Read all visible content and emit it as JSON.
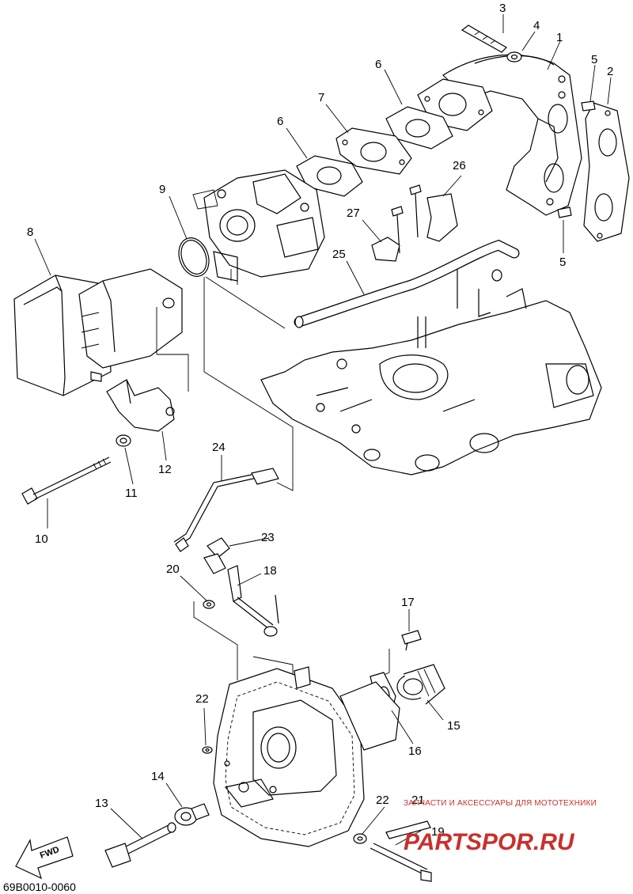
{
  "diagram": {
    "document_code": "69B0010-0060",
    "fwd_label": "FWD",
    "callouts": [
      {
        "id": "c1",
        "label": "1"
      },
      {
        "id": "c2",
        "label": "2"
      },
      {
        "id": "c3",
        "label": "3"
      },
      {
        "id": "c4",
        "label": "4"
      },
      {
        "id": "c5a",
        "label": "5"
      },
      {
        "id": "c5b",
        "label": "5"
      },
      {
        "id": "c6a",
        "label": "6"
      },
      {
        "id": "c6b",
        "label": "6"
      },
      {
        "id": "c7",
        "label": "7"
      },
      {
        "id": "c8",
        "label": "8"
      },
      {
        "id": "c9",
        "label": "9"
      },
      {
        "id": "c10",
        "label": "10"
      },
      {
        "id": "c11",
        "label": "11"
      },
      {
        "id": "c12",
        "label": "12"
      },
      {
        "id": "c13",
        "label": "13"
      },
      {
        "id": "c14",
        "label": "14"
      },
      {
        "id": "c15",
        "label": "15"
      },
      {
        "id": "c16",
        "label": "16"
      },
      {
        "id": "c17",
        "label": "17"
      },
      {
        "id": "c18",
        "label": "18"
      },
      {
        "id": "c19",
        "label": "19"
      },
      {
        "id": "c20",
        "label": "20"
      },
      {
        "id": "c21",
        "label": "21"
      },
      {
        "id": "c22a",
        "label": "22"
      },
      {
        "id": "c22b",
        "label": "22"
      },
      {
        "id": "c23",
        "label": "23"
      },
      {
        "id": "c24",
        "label": "24"
      },
      {
        "id": "c25",
        "label": "25"
      },
      {
        "id": "c26",
        "label": "26"
      },
      {
        "id": "c27",
        "label": "27"
      }
    ]
  },
  "watermark": {
    "tagline": "ЗАПЧАСТИ И АКСЕССУАРЫ ДЛЯ МОТОТЕХНИКИ",
    "brand": "PARTSPOR.RU",
    "color": "#c9302c"
  }
}
